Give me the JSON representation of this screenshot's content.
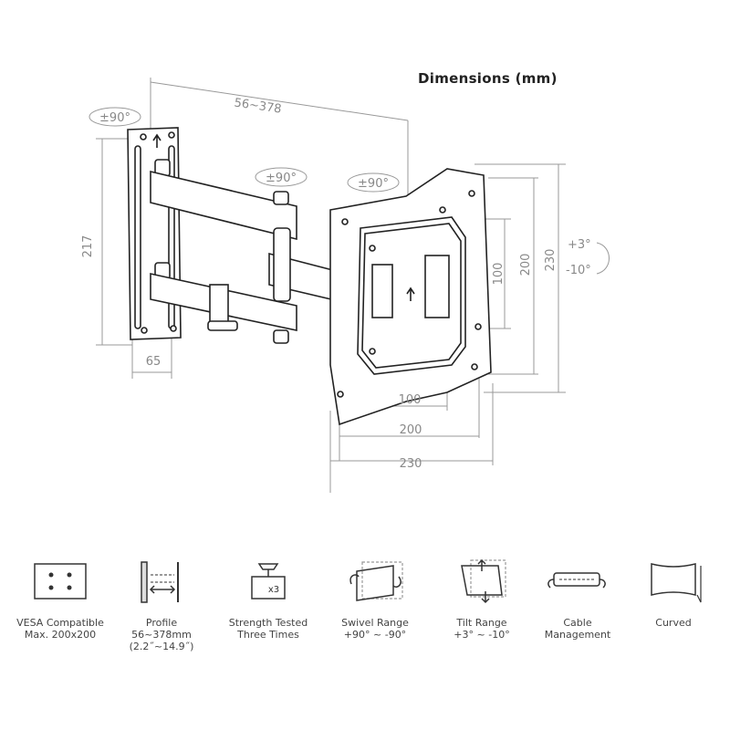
{
  "title": "Dimensions  (mm)",
  "dimensions": {
    "profile_range": "56~378",
    "wall_plate_height": "217",
    "wall_plate_depth": "65",
    "swivel_wall": "±90°",
    "swivel_arm": "±90°",
    "swivel_head": "±90°",
    "vesa_100_w": "100",
    "vesa_200_w": "200",
    "plate_230_w": "230",
    "vesa_100_h": "100",
    "vesa_200_h": "200",
    "plate_230_h": "230",
    "tilt_up": "+3°",
    "tilt_down": "-10°"
  },
  "features": [
    {
      "icon": "vesa-grid-icon",
      "lines": [
        "VESA Compatible",
        "Max. 200x200"
      ]
    },
    {
      "icon": "profile-icon",
      "lines": [
        "Profile",
        "56~378mm",
        "(2.2˝~14.9˝)"
      ]
    },
    {
      "icon": "weight-test-icon",
      "badge": "x3",
      "lines": [
        "Strength Tested",
        "Three Times"
      ]
    },
    {
      "icon": "swivel-icon",
      "lines": [
        "Swivel Range",
        "+90° ~ -90°"
      ]
    },
    {
      "icon": "tilt-icon",
      "lines": [
        "Tilt Range",
        "+3° ~ -10°"
      ]
    },
    {
      "icon": "cable-management-icon",
      "lines": [
        "Cable",
        "Management"
      ]
    },
    {
      "icon": "curved-icon",
      "lines": [
        "Curved"
      ]
    }
  ],
  "colors": {
    "line": "#222222",
    "dimension": "#999999",
    "fill": "#ffffff"
  }
}
